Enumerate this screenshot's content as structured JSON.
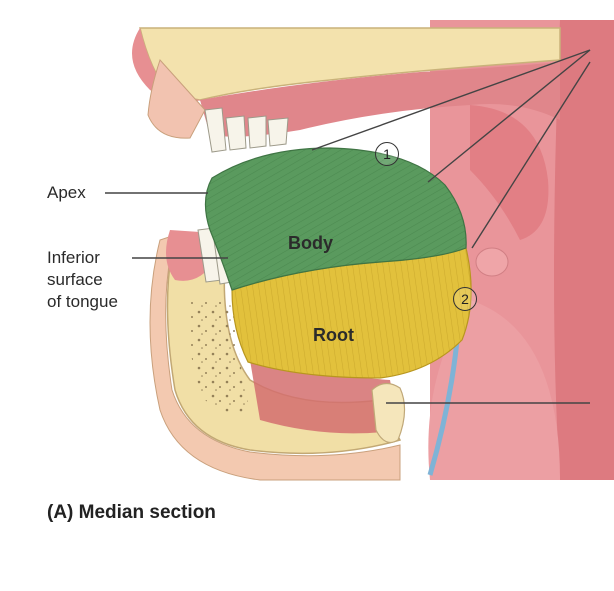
{
  "labels": {
    "apex": "Apex",
    "inferior_line1": "Inferior",
    "inferior_line2": "surface",
    "inferior_line3": "of tongue",
    "body": "Body",
    "root": "Root",
    "marker_1": "1",
    "marker_2": "2"
  },
  "caption": "(A) Median section",
  "colors": {
    "tongue_body": "#5a9a5e",
    "tongue_root": "#e2c13c",
    "mucosa": "#e58a8e",
    "bone": "#f1e3b6"
  }
}
